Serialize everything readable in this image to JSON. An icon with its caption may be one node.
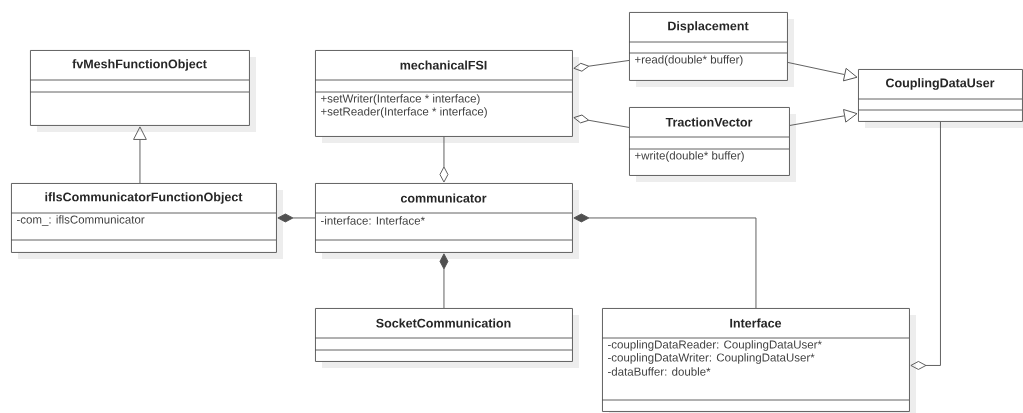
{
  "diagram": {
    "nodes": [
      {
        "text": [
          "fvMeshFunctionObject"
        ]
      },
      {
        "text": [
          "mechanicalFSI",
          "+setWriter(Interface * interface)",
          "+setReader(Interface * interface)"
        ]
      },
      {
        "text": [
          "Displacement",
          "+read(double* buffer)"
        ]
      },
      {
        "text": [
          "TractionVector",
          "+write(double* buffer)"
        ]
      },
      {
        "text": [
          "CouplingDataUser"
        ]
      },
      {
        "text": [
          "iflsCommunicatorFunctionObject",
          "-com_: iflsCommunicator"
        ]
      },
      {
        "text": [
          "communicator",
          "-interface: Interface*"
        ]
      },
      {
        "text": [
          "SocketCommunication"
        ]
      },
      {
        "text": [
          "Interface",
          "-couplingDataReader: CouplingDataUser*",
          "-couplingDataWriter: CouplingDataUser*",
          "-dataBuffer: double*"
        ]
      }
    ],
    "edges": [
      {
        "from": 5,
        "to": 0,
        "arrow": "to"
      },
      {
        "from": 2,
        "to": 4,
        "arrow": "to"
      },
      {
        "from": 3,
        "to": 4,
        "arrow": "to"
      },
      {
        "from": 1,
        "to": 2,
        "arrow": "other"
      },
      {
        "from": 1,
        "to": 3,
        "arrow": "other"
      },
      {
        "from": 6,
        "to": 1,
        "arrow": "other"
      },
      {
        "from": 5,
        "to": 6,
        "arrow": "other"
      },
      {
        "from": 6,
        "to": 7,
        "arrow": "other"
      },
      {
        "from": 6,
        "to": 8,
        "arrow": "other"
      },
      {
        "from": 8,
        "to": 4,
        "arrow": "other"
      }
    ]
  }
}
